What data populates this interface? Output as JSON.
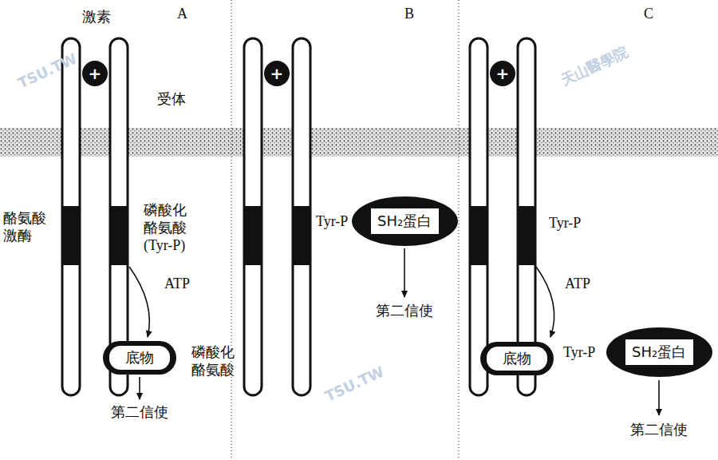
{
  "diagram": {
    "nodes": [
      {
        "text": [
          "+"
        ]
      },
      {
        "text": [
          "底物"
        ]
      },
      {
        "text": [
          "+"
        ]
      },
      {
        "text": [
          "SH₂蛋白"
        ]
      },
      {
        "text": [
          "+"
        ]
      },
      {
        "text": [
          "底物"
        ]
      },
      {
        "text": [
          "SH₂蛋白"
        ]
      }
    ],
    "labels": [
      "A",
      "B",
      "C",
      "激素",
      "受体",
      "酪氨酸 激酶",
      "磷酸化 酪氨酸 (Tyr-P)",
      "ATP",
      "磷酸化 酪氨酸",
      "第二信使",
      "Tyr-P",
      "第二信使",
      "Tyr-P",
      "ATP",
      "Tyr-P",
      "第二信使",
      "TSU.TW",
      "天山醫學院",
      "TSU.TW"
    ]
  }
}
